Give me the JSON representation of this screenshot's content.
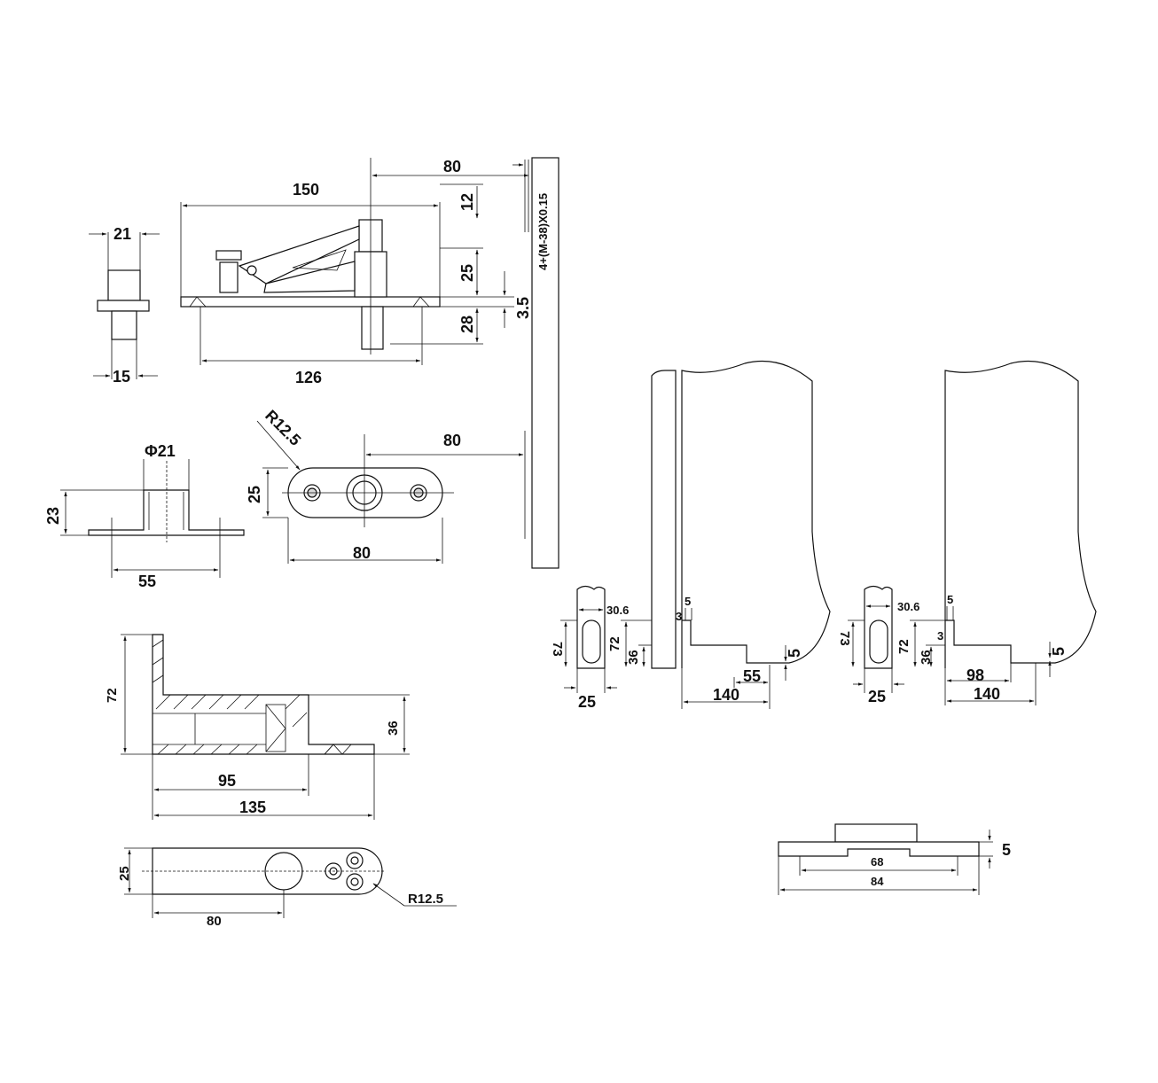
{
  "dims": {
    "pivot_top_width": "21",
    "pivot_bottom_width": "15",
    "arm_length": "150",
    "arm_base": "126",
    "offset_top": "80",
    "v12": "12",
    "v25": "25",
    "v3_5": "3.5",
    "v28": "28",
    "screw_note": "4+(M-38)X0.15",
    "radius_top": "R12.5",
    "plate_offset": "80",
    "plate_height": "25",
    "plate_length": "80",
    "cup_dia": "Φ21",
    "cup_height": "23",
    "cup_base": "55",
    "bracket_height": "72",
    "bracket_thick": "36",
    "bracket_95": "95",
    "bracket_135": "135",
    "bottom_height": "25",
    "bottom_80": "80",
    "bottom_radius": "R12.5",
    "door1_30_6": "30.6",
    "door1_73": "73",
    "door1_72": "72",
    "door1_36": "36",
    "door1_25": "25",
    "door1_5a": "5",
    "door1_3": "3",
    "door1_5b": "5",
    "door1_55": "55",
    "door1_140": "140",
    "door2_30_6": "30.6",
    "door2_73": "73",
    "door2_72": "72",
    "door2_36": "36",
    "door2_25": "25",
    "door2_5a": "5",
    "door2_3": "3",
    "door2_5b": "5",
    "door2_98": "98",
    "door2_140": "140",
    "strip_5": "5",
    "strip_68": "68",
    "strip_84": "84"
  }
}
